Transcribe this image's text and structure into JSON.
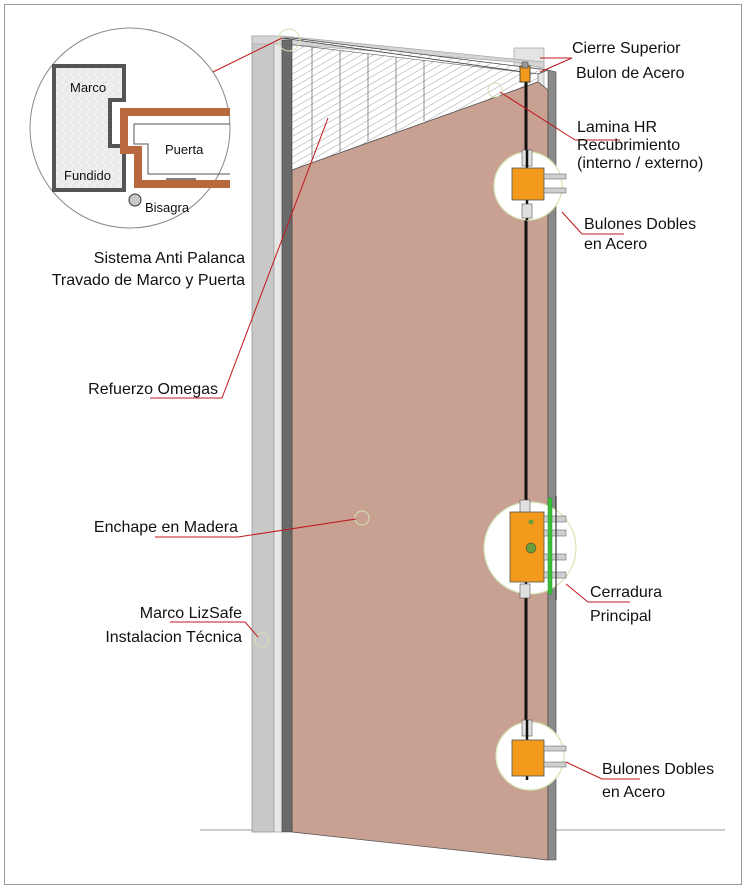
{
  "inset": {
    "marco": "Marco",
    "fundido": "Fundido",
    "puerta": "Puerta",
    "bisagra": "Bisagra"
  },
  "labels": {
    "sistema_line1": "Sistema Anti Palanca",
    "sistema_line2": "Travado de Marco y Puerta",
    "refuerzo": "Refuerzo Omegas",
    "enchape": "Enchape en Madera",
    "marco_line1": "Marco LizSafe",
    "marco_line2": "Instalacion Técnica",
    "cierre_line1": "Cierre Superior",
    "cierre_line2": "Bulon de Acero",
    "lamina_line1": "Lamina HR",
    "lamina_line2": "Recubrimiento",
    "lamina_line3": "(interno / externo)",
    "bulones_top_line1": "Bulones Dobles",
    "bulones_top_line2": "en Acero",
    "cerradura_line1": "Cerradura",
    "cerradura_line2": "Principal",
    "bulones_bottom_line1": "Bulones Dobles",
    "bulones_bottom_line2": "en Acero"
  },
  "colors": {
    "door_panel": "#c8a192",
    "door_edge": "#6a6a6a",
    "frame": "#c8c8c8",
    "leader": "#c0181e",
    "lock_body": "#f39a1c",
    "lock_plate": "#6a9e3a",
    "inset_wood": "#b8673f"
  }
}
